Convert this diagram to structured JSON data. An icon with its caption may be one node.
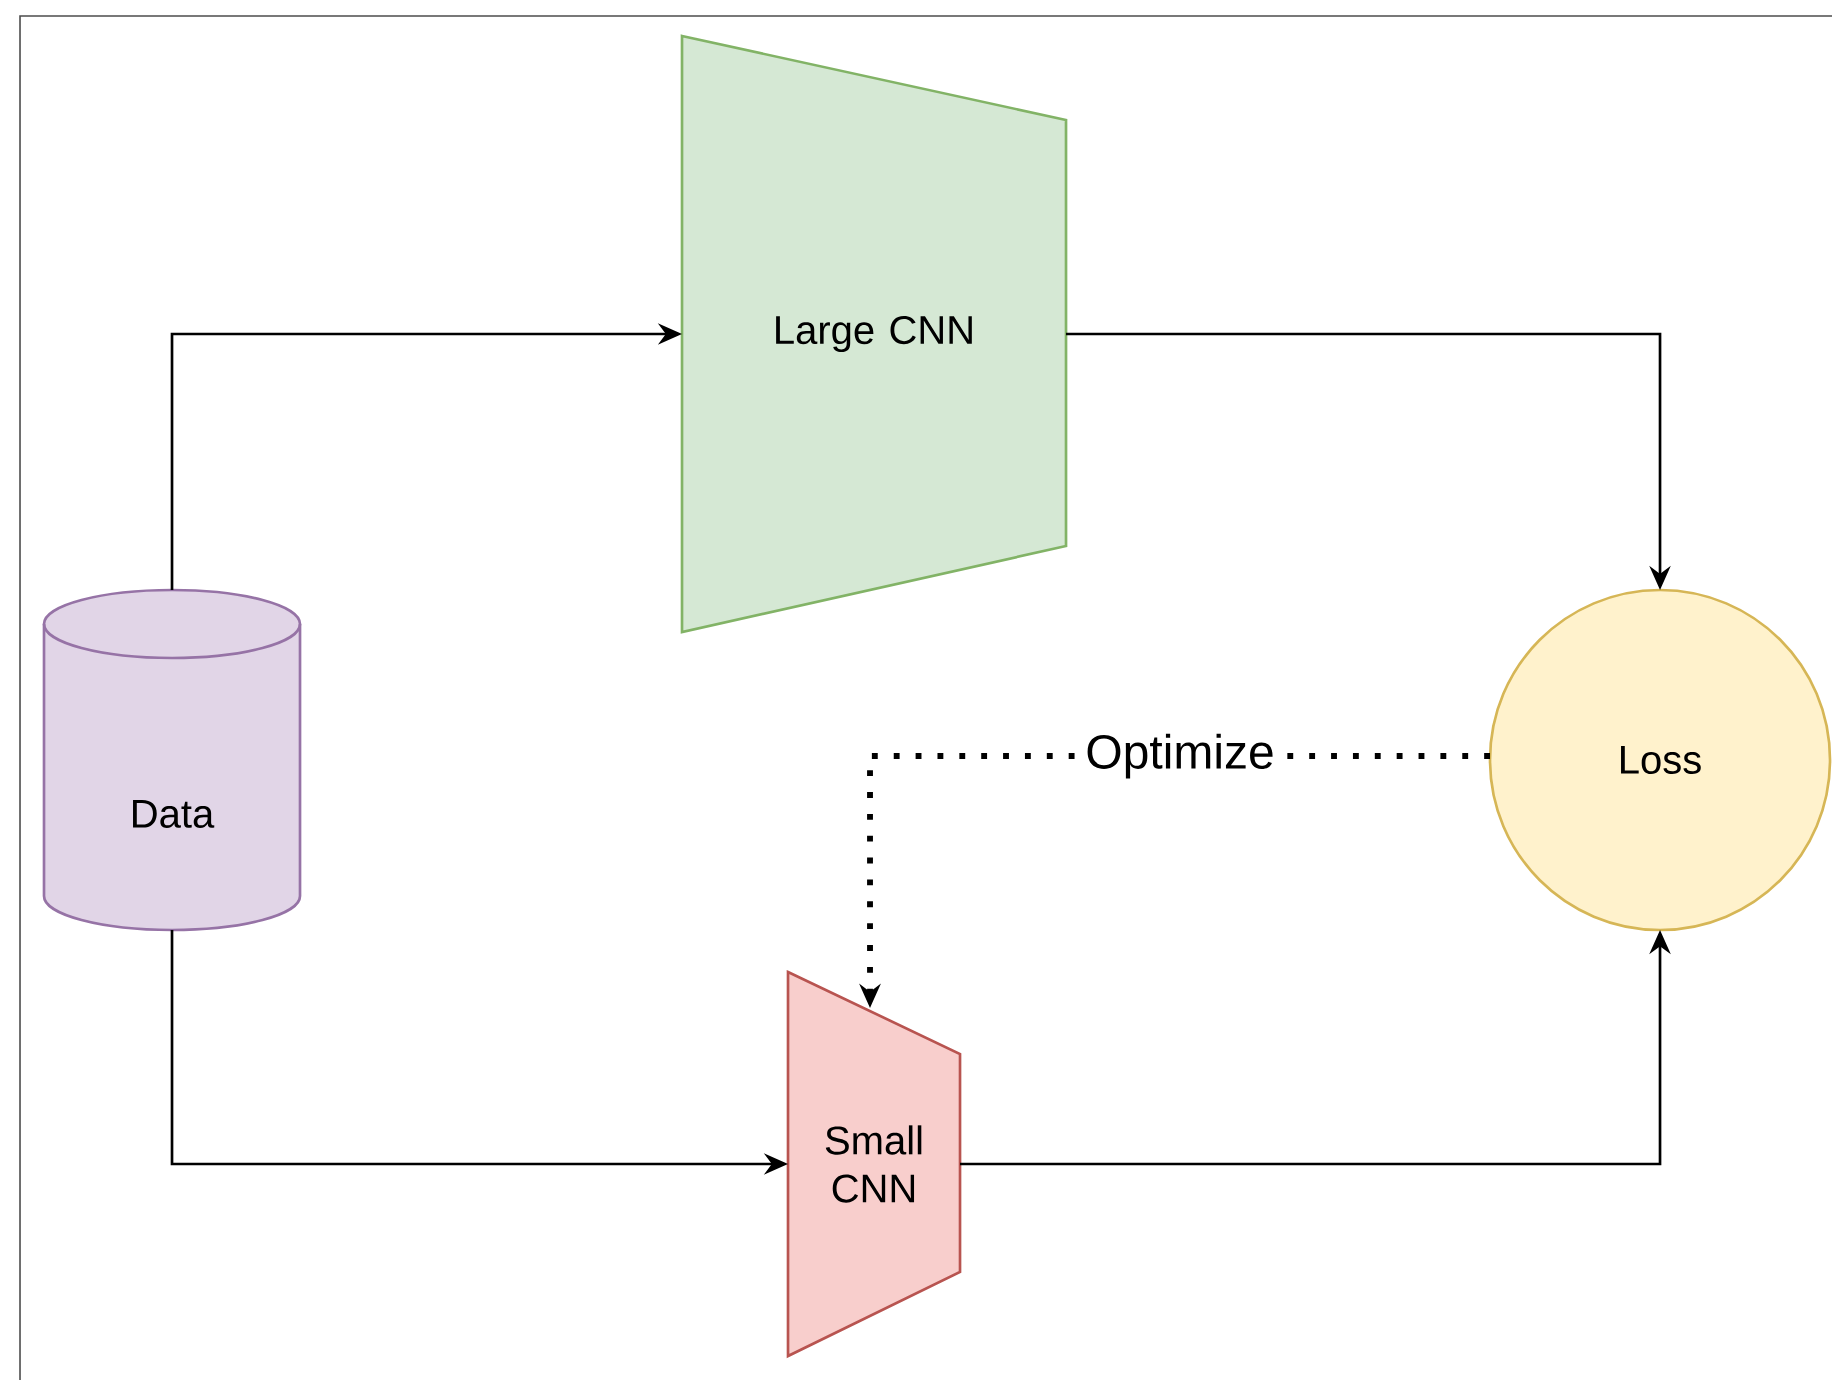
{
  "diagram": {
    "nodes": [
      {
        "text": [
          "Data"
        ]
      },
      {
        "text": [
          "Large CNN"
        ]
      },
      {
        "text": [
          "Small CNN"
        ]
      },
      {
        "text": [
          "Loss"
        ]
      }
    ],
    "edges": [
      {
        "from": 0,
        "to": 1,
        "arrow": "to"
      },
      {
        "from": 0,
        "to": 2,
        "arrow": "to"
      },
      {
        "from": 1,
        "to": 3,
        "arrow": "to"
      },
      {
        "from": 2,
        "to": 3,
        "arrow": "to"
      },
      {
        "from": 3,
        "to": 2,
        "arrow": "to",
        "label": "Optimize",
        "style": "dashed"
      }
    ]
  }
}
